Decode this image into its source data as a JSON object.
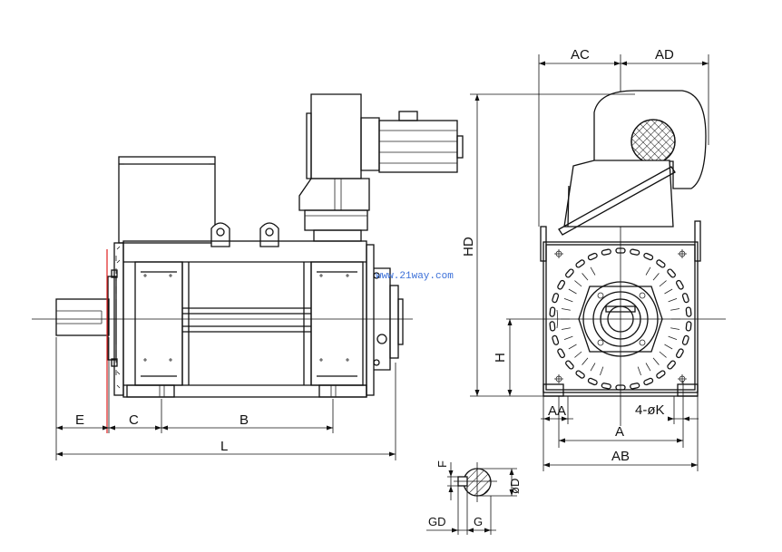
{
  "labels": {
    "E": "E",
    "C": "C",
    "B": "B",
    "L": "L",
    "HD": "HD",
    "H": "H",
    "AC": "AC",
    "AD": "AD",
    "AA": "AA",
    "K": "4-øK",
    "A": "A",
    "AB": "AB",
    "F": "F",
    "D": "øD",
    "GD": "GD",
    "G": "G"
  },
  "watermark": "www.21way.com",
  "colors": {
    "line": "#111111",
    "accent": "#e02020",
    "watermark": "#3a6fd8",
    "background": "#ffffff"
  }
}
